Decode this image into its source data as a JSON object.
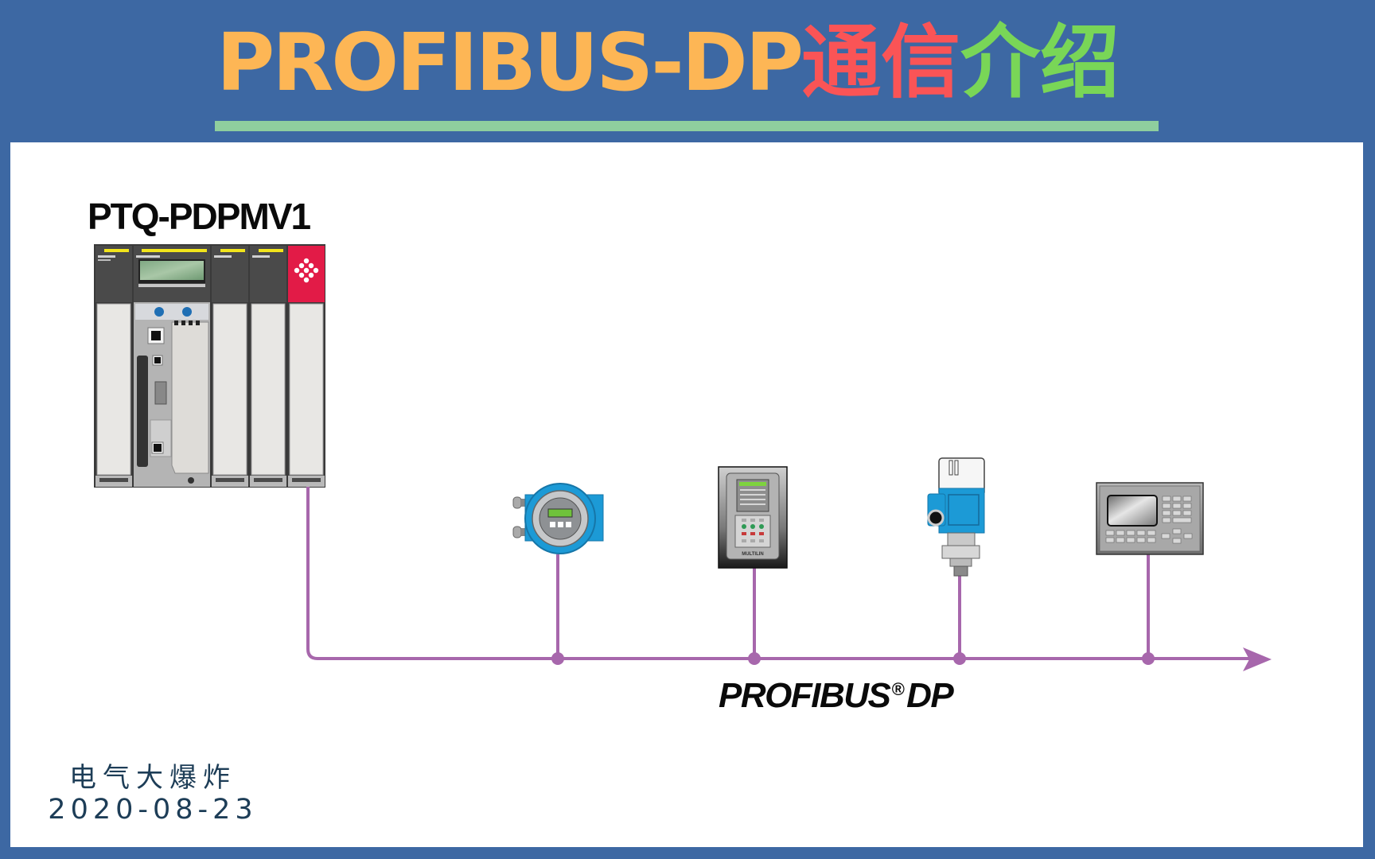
{
  "header": {
    "title_latin": "PROFIBUS-DP",
    "title_cn_red": "通信",
    "title_cn_green": "介绍",
    "colors": {
      "background": "#3d68a3",
      "title_latin": "#fdb655",
      "title_cn_red": "#fa5456",
      "title_cn_green": "#79d657",
      "underline": "#8fce9e"
    }
  },
  "diagram": {
    "master": {
      "label": "PTQ-PDPMV1",
      "type": "PLC rack with PROFIBUS DP master module"
    },
    "bus": {
      "label_main": "PROFIBUS",
      "label_reg": "®",
      "label_suffix": "DP",
      "color": "#a767ac",
      "direction": "right"
    },
    "slaves": [
      {
        "name": "flow-transmitter",
        "type": "transmitter"
      },
      {
        "name": "multilin-relay",
        "type": "protection relay",
        "brand_text": "MULTILIN"
      },
      {
        "name": "level-sensor",
        "type": "sensor"
      },
      {
        "name": "operator-panel",
        "type": "HMI"
      }
    ],
    "edges": [
      {
        "from": "PTQ-PDPMV1",
        "to": "bus"
      },
      {
        "from": "flow-transmitter",
        "to": "bus"
      },
      {
        "from": "multilin-relay",
        "to": "bus"
      },
      {
        "from": "level-sensor",
        "to": "bus"
      },
      {
        "from": "operator-panel",
        "to": "bus"
      }
    ]
  },
  "footer": {
    "author": "电气大爆炸",
    "date": "2020-08-23"
  }
}
